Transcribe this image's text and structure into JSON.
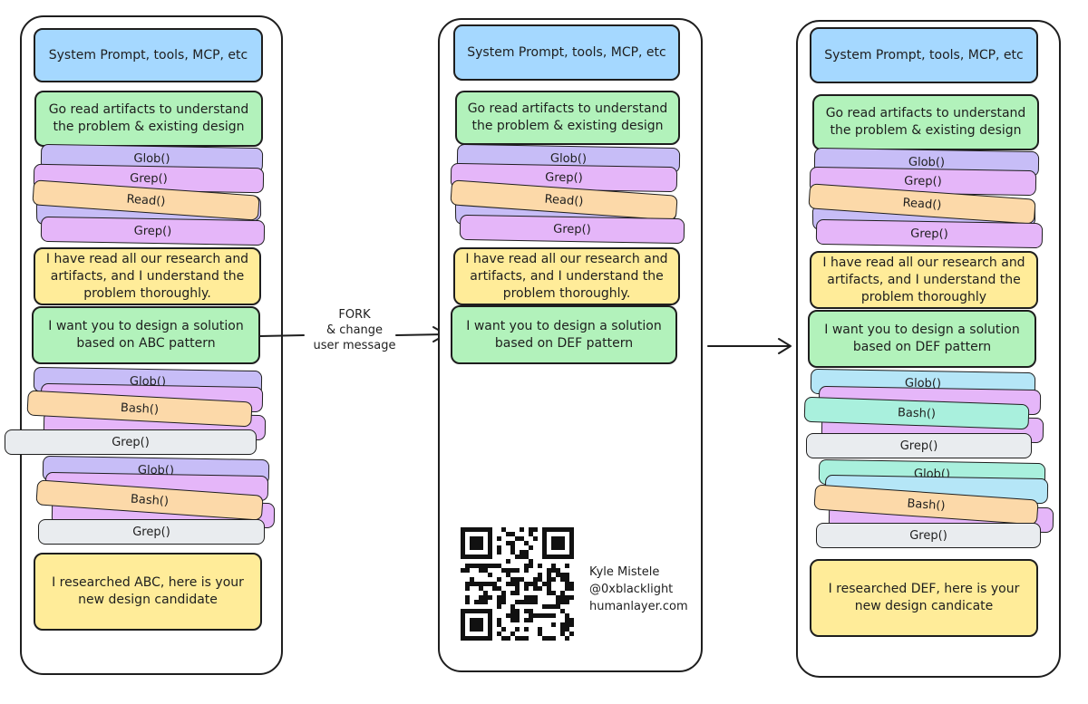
{
  "columns": [
    {
      "system": "System Prompt, tools, MCP, etc",
      "read_task": "Go read artifacts to understand the problem & existing design",
      "tools_a": [
        "Glob()",
        "Grep()",
        "Read()",
        "Grep()"
      ],
      "understood": "I have read all our research and artifacts, and I understand the problem thoroughly.",
      "user_message": "I want you to design a solution based on ABC pattern",
      "tools_b": [
        "Glob()",
        "Bash()",
        "Grep()"
      ],
      "tools_c": [
        "Glob()",
        "Bash()",
        "Grep()"
      ],
      "result": "I researched ABC, here is your new design candidate"
    },
    {
      "system": "System Prompt, tools, MCP, etc",
      "read_task": "Go read artifacts to understand the problem & existing design",
      "tools_a": [
        "Glob()",
        "Grep()",
        "Read()",
        "Grep()"
      ],
      "understood": "I have read all our research and artifacts, and I understand the problem thoroughly.",
      "user_message": "I want you to design a solution based on DEF pattern"
    },
    {
      "system": "System Prompt, tools, MCP, etc",
      "read_task": "Go read artifacts to understand the problem & existing design",
      "tools_a": [
        "Glob()",
        "Grep()",
        "Read()",
        "Grep()"
      ],
      "understood": "I have read all our research and artifacts, and I understand the problem thoroughly",
      "user_message": "I want you to design a solution based on DEF pattern",
      "tools_b": [
        "Glob()",
        "Bash()",
        "Grep()"
      ],
      "tools_c": [
        "Glob()",
        "Bash()",
        "Grep()"
      ],
      "result": "I researched DEF, here is your new design candicate"
    }
  ],
  "fork_label": [
    "FORK",
    "& change",
    "user message"
  ],
  "credits": [
    "Kyle Mistele",
    "@0xblacklight",
    "humanlayer.com"
  ],
  "colors": {
    "system": "#a5d8ff",
    "task": "#b2f2bb",
    "summary": "#ffec99",
    "grep": "#e5b6f9",
    "glob": "#c7bdf7",
    "read": "#fcd9a9",
    "grep_gray": "#e9ecef",
    "bash_teal": "#a9f0dd",
    "glob_sky": "#b5e6f7"
  }
}
